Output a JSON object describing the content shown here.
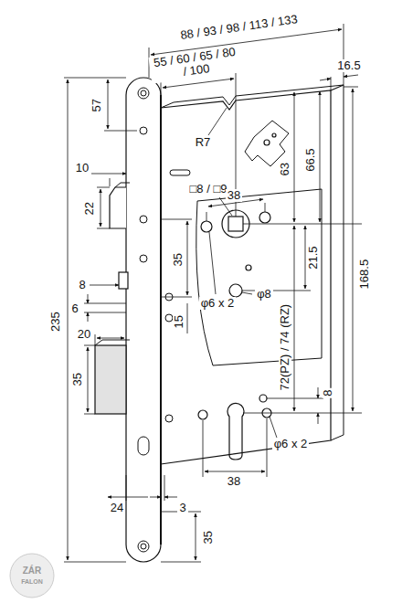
{
  "diagram": {
    "labels": [
      "88 / 93 / 98 / 113 / 133",
      "55 / 60 / 65 / 80 / 100",
      "16.5",
      "57",
      "R7",
      "63",
      "66.5",
      "10",
      "□8 / □9",
      "22",
      "38",
      "21.5",
      "35",
      "168.5",
      "8",
      "6",
      "φ6 x 2",
      "φ8",
      "72(PZ) / 74 (RZ)",
      "20",
      "15",
      "35",
      "8",
      "38",
      "φ6 x 2",
      "235",
      "24",
      "3",
      "35",
      "ZÁR",
      "FALON"
    ]
  }
}
